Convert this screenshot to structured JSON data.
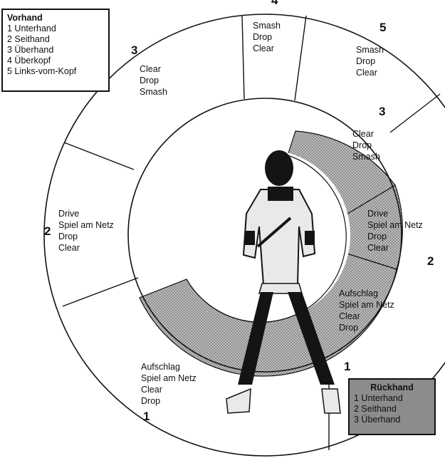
{
  "legend_forehand": {
    "title": "Vorhand",
    "items": [
      "1 Unterhand",
      "2 Seithand",
      "3 Überhand",
      "4 Überkopf",
      "5 Links-vom-Kopf"
    ]
  },
  "legend_backhand": {
    "title": "Rückhand",
    "items": [
      "1 Unterhand",
      "2 Seithand",
      "3 Überhand"
    ]
  },
  "outer_numbers": {
    "n1": "1",
    "n2": "2",
    "n3": "3",
    "n4": "4",
    "n5": "5"
  },
  "inner_numbers": {
    "n1": "1",
    "n2": "2",
    "n3": "3"
  },
  "outer_sectors": {
    "s1": [
      "Aufschlag",
      "Spiel am Netz",
      "Clear",
      "Drop"
    ],
    "s2": [
      "Drive",
      "Spiel am Netz",
      "Drop",
      "Clear"
    ],
    "s3": [
      "Clear",
      "Drop",
      "Smash"
    ],
    "s4": [
      "Smash",
      "Drop",
      "Clear"
    ],
    "s5": [
      "Smash",
      "Drop",
      "Clear"
    ]
  },
  "inner_sectors": {
    "s1": [
      "Aufschlag",
      "Spiel am Netz",
      "Clear",
      "Drop"
    ],
    "s2": [
      "Drive",
      "Spiel am Netz",
      "Drop",
      "Clear"
    ],
    "s3": [
      "Clear",
      "Drop",
      "Smash"
    ]
  },
  "colors": {
    "backhand_ring": "#a9a9a9",
    "ring_line": "#111111",
    "player": "#141414"
  }
}
